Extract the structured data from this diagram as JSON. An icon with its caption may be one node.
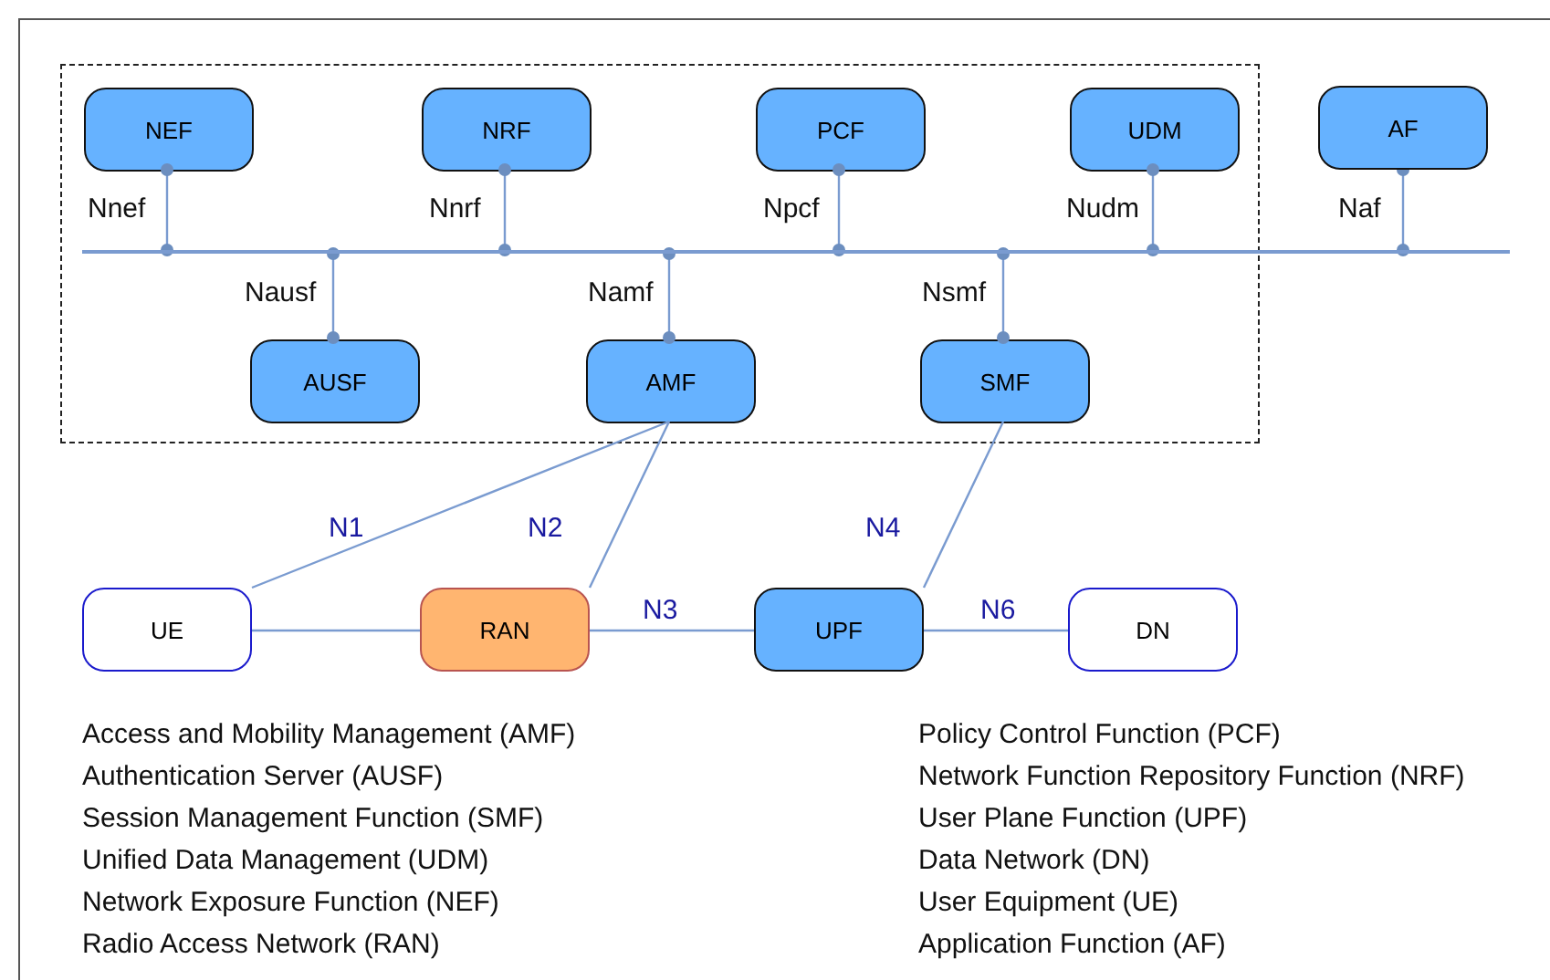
{
  "diagram": {
    "nodes": [
      {
        "text": [],
        "shape": "box"
      },
      {
        "text": [
          "NEF"
        ],
        "in": 0
      },
      {
        "text": [
          "NRF"
        ],
        "in": 0
      },
      {
        "text": [
          "PCF"
        ],
        "in": 0
      },
      {
        "text": [
          "UDM"
        ],
        "in": 0
      },
      {
        "text": [
          "AF"
        ]
      },
      {
        "text": [
          "AUSF"
        ],
        "in": 0
      },
      {
        "text": [
          "AMF"
        ],
        "in": 0
      },
      {
        "text": [
          "SMF"
        ],
        "in": 0
      },
      {
        "text": [
          "UE"
        ]
      },
      {
        "text": [
          "RAN"
        ]
      },
      {
        "text": [
          "UPF"
        ]
      },
      {
        "text": [
          "DN"
        ]
      },
      {
        "text": [],
        "shape": "bar"
      }
    ],
    "edges": [
      {
        "from": 1,
        "to": 13,
        "arrow": "other",
        "label": "Nnef"
      },
      {
        "from": 2,
        "to": 13,
        "arrow": "other",
        "label": "Nnrf"
      },
      {
        "from": 3,
        "to": 13,
        "arrow": "other",
        "label": "Npcf"
      },
      {
        "from": 4,
        "to": 13,
        "arrow": "other",
        "label": "Nudm"
      },
      {
        "from": 5,
        "to": 13,
        "arrow": "other",
        "label": "Naf"
      },
      {
        "from": 6,
        "to": 13,
        "arrow": "other",
        "label": "Nausf"
      },
      {
        "from": 7,
        "to": 13,
        "arrow": "other",
        "label": "Namf"
      },
      {
        "from": 8,
        "to": 13,
        "arrow": "other",
        "label": "Nsmf"
      },
      {
        "from": 7,
        "to": 9,
        "arrow": "none",
        "label": "N1"
      },
      {
        "from": 7,
        "to": 10,
        "arrow": "none",
        "label": "N2"
      },
      {
        "from": 9,
        "to": 10,
        "arrow": "none"
      },
      {
        "from": 10,
        "to": 11,
        "arrow": "none",
        "label": "N3"
      },
      {
        "from": 8,
        "to": 11,
        "arrow": "none",
        "label": "N4"
      },
      {
        "from": 11,
        "to": 12,
        "arrow": "none",
        "label": "N6"
      }
    ],
    "labels": [
      "Access and Mobility Management (AMF)",
      "Policy Control Function (PCF)",
      "Authentication Server (AUSF)",
      "Network Function Repository Function (NRF)",
      "Session Management Function (SMF)",
      "User Plane Function (UPF)",
      "Unified Data Management (UDM)",
      "Data Network (DN)",
      "Network Exposure Function (NEF)",
      "User Equipment (UE)",
      "Radio Access Network (RAN)",
      "Application Function (AF)"
    ]
  }
}
